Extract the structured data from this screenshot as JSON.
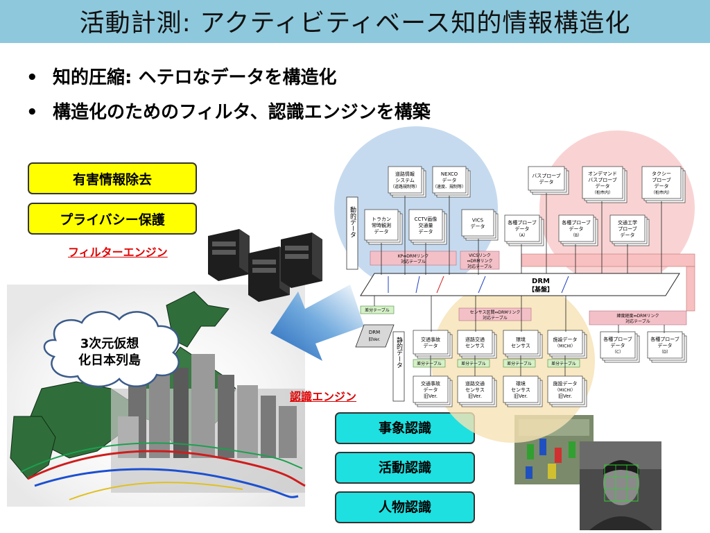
{
  "title": "活動計測: アクティビティベース知的情報構造化",
  "bullets": [
    "知的圧縮: ヘテロなデータを構造化",
    "構造化のためのフィルタ、認識エンジンを構築"
  ],
  "filters": [
    "有害情報除去",
    "プライバシー保護"
  ],
  "filter_engine_label": "フィルターエンジン",
  "cloud_text": [
    "3次元仮想",
    "化日本列島"
  ],
  "recognition_engine_label": "認識エンジン",
  "recognition": [
    "事象認識",
    "活動認識",
    "人物認識"
  ],
  "diagram": {
    "dynamic_label": "動的データ",
    "static_label": "静的データ",
    "drm_base": [
      "DRM",
      "【基盤】"
    ],
    "drm_old": [
      "DRM",
      "旧Ver."
    ],
    "diff_table": "差分テーブル",
    "top_docs": [
      [
        "道路情報",
        "システム",
        "（道路規制等）"
      ],
      [
        "NEXCO",
        "データ",
        "（速度、規制等）"
      ]
    ],
    "mid_docs": [
      [
        "トラカン",
        "常時観測",
        "データ"
      ],
      [
        "CCTV画像",
        "交通量",
        "データ"
      ],
      [
        "VICS",
        "データ"
      ]
    ],
    "probe_top": [
      [
        "バスプローブ",
        "データ"
      ],
      [
        "オンデマンド",
        "バスプローブ",
        "データ",
        "（柏市内）"
      ],
      [
        "タクシー",
        "プローブ",
        "データ",
        "（柏市内）"
      ]
    ],
    "probe_mid": [
      [
        "各種プローブ",
        "データ",
        "（A）"
      ],
      [
        "各種プローブ",
        "データ",
        "（B）"
      ],
      [
        "交通工学",
        "プローブ",
        "データ"
      ]
    ],
    "probe_bottom": [
      [
        "各種プローブ",
        "データ",
        "（C）"
      ],
      [
        "各種プローブ",
        "データ",
        "（D）"
      ]
    ],
    "link_tables": [
      [
        "KP⇔DRMリンク",
        "対応テーブル"
      ],
      [
        "VICSリンク",
        "⇔DRMリンク",
        "対応テーブル"
      ],
      [
        "センサス区間⇔DRMリンク",
        "対応テーブル"
      ],
      [
        "緯度経度⇔DRMリンク",
        "対応テーブル"
      ]
    ],
    "static_docs": [
      [
        "交通事故",
        "データ"
      ],
      [
        "道路交通",
        "センサス"
      ],
      [
        "環境",
        "センサス"
      ],
      [
        "施設データ",
        "（MICHI）"
      ]
    ],
    "static_old_docs": [
      [
        "交通事故",
        "データ",
        "旧Ver."
      ],
      [
        "道路交通",
        "センサス",
        "旧Ver."
      ],
      [
        "環境",
        "センサス",
        "旧Ver."
      ],
      [
        "施設データ",
        "（MICHI）",
        "旧Ver."
      ]
    ]
  }
}
